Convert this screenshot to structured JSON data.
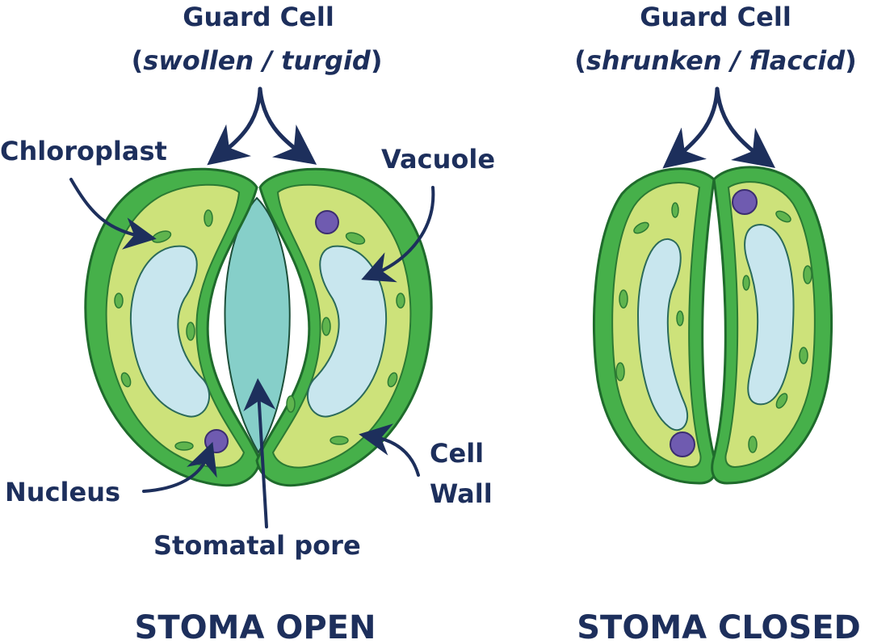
{
  "colors": {
    "text": "#1d2f5c",
    "cell_wall": "#2b8f3a",
    "cell_wall_outer": "#46b04a",
    "cytoplasm": "#cde27a",
    "cytoplasm_highlight": "#e6f0a8",
    "vacuole": "#c8e6ee",
    "vacuole_highlight": "#eef8fb",
    "pore": "#86cfc9",
    "chloroplast": "#5fb44e",
    "nucleus": "#6f5bb0"
  },
  "open": {
    "guard_cell_title": "Guard Cell",
    "guard_cell_paren_open": "(",
    "guard_cell_state": "swollen / turgid",
    "guard_cell_paren_close": ")",
    "labels": {
      "chloroplast": "Chloroplast",
      "vacuole": "Vacuole",
      "nucleus": "Nucleus",
      "cell": "Cell",
      "wall": "Wall",
      "stomatal_pore": "Stomatal pore"
    },
    "caption": "STOMA OPEN"
  },
  "closed": {
    "guard_cell_title": "Guard Cell",
    "guard_cell_paren_open": "(",
    "guard_cell_state": "shrunken / flaccid",
    "guard_cell_paren_close": ")",
    "caption": "STOMA CLOSED"
  },
  "icons": {
    "arrow": "curved-arrow-icon",
    "nucleus": "circle",
    "chloroplast": "ellipse"
  }
}
